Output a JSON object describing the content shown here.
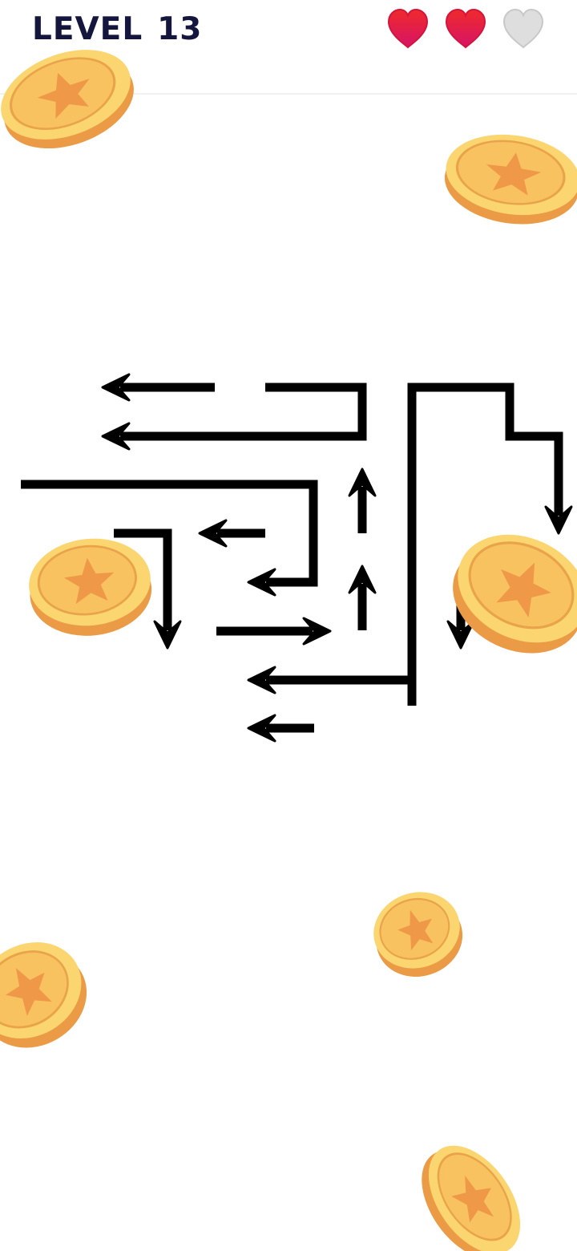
{
  "header": {
    "level_word": "LEVEL",
    "level_number": "13",
    "lives_total": 3,
    "lives_remaining": 2,
    "heart_full_color": "#e8163f",
    "heart_empty_color": "#dedede"
  },
  "colors": {
    "arrow": "#000000",
    "coin_face": "#f7c25f",
    "coin_edge": "#eb9a45",
    "coin_star": "#ef9848"
  },
  "icons": {
    "life": "heart-icon",
    "decoration": "coin-icon",
    "puzzle_piece": "arrow-icon"
  }
}
